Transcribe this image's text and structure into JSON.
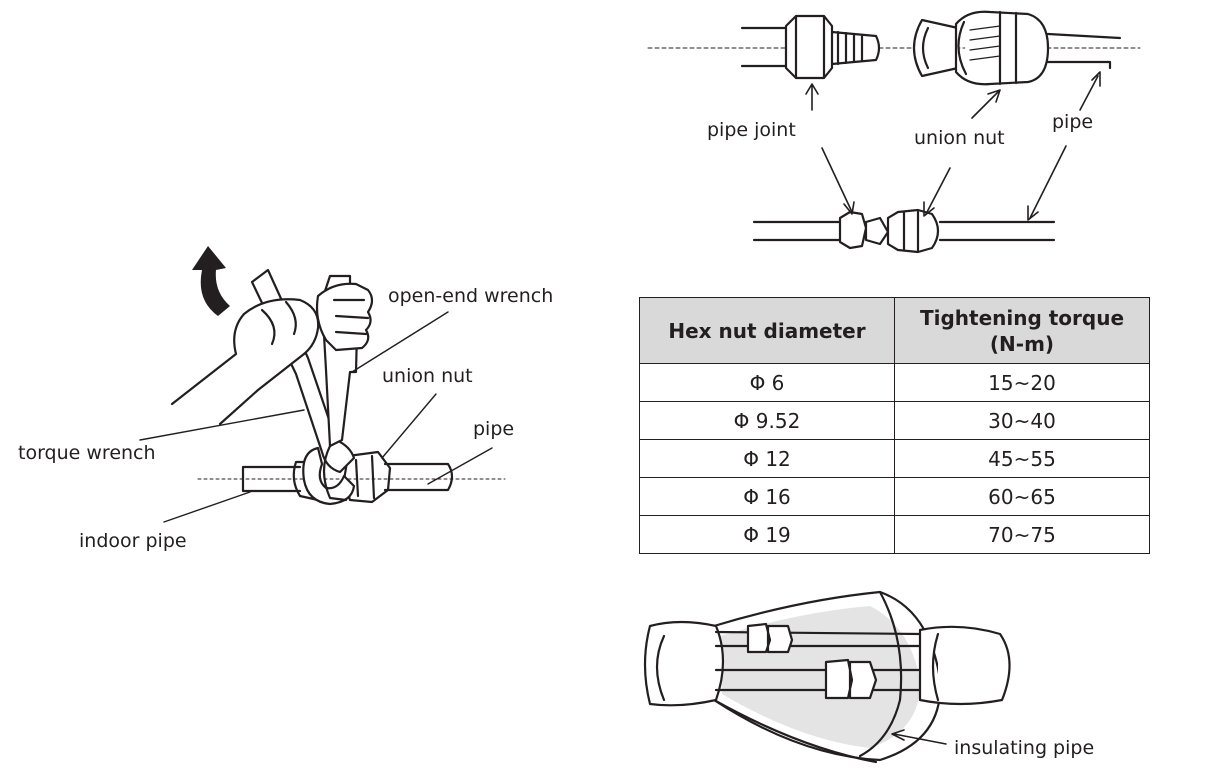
{
  "left_figure": {
    "labels": {
      "open_end_wrench": "open-end wrench",
      "union_nut": "union nut",
      "pipe": "pipe",
      "torque_wrench": "torque wrench",
      "indoor_pipe": "indoor pipe"
    }
  },
  "top_right_figure": {
    "labels": {
      "pipe_joint": "pipe joint",
      "union_nut": "union nut",
      "pipe": "pipe"
    }
  },
  "torque_table": {
    "headers": [
      "Hex nut diameter",
      "Tightening torque (N-m)"
    ],
    "rows": [
      {
        "diameter": "Φ 6",
        "torque": "15~20"
      },
      {
        "diameter": "Φ 9.52",
        "torque": "30~40"
      },
      {
        "diameter": "Φ 12",
        "torque": "45~55"
      },
      {
        "diameter": "Φ 16",
        "torque": "60~65"
      },
      {
        "diameter": "Φ 19",
        "torque": "70~75"
      }
    ]
  },
  "bottom_right_figure": {
    "labels": {
      "insulating_pipe": "insulating pipe"
    }
  }
}
